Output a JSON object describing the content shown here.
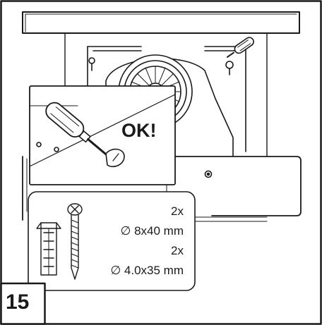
{
  "step_number": "15",
  "callout_text": "OK!",
  "fixings": [
    {
      "quantity": "2x",
      "size": "∅ 8x40 mm"
    },
    {
      "quantity": "2x",
      "size": "∅ 4.0x35 mm"
    }
  ],
  "colors": {
    "line": "#1a1a1a",
    "hood": "#ffffff",
    "background": "#ffffff"
  },
  "icons": [
    "screwdriver-icon",
    "wall-plug-icon",
    "screw-icon",
    "fan-wheel-icon",
    "keyhole-slot-icon"
  ]
}
